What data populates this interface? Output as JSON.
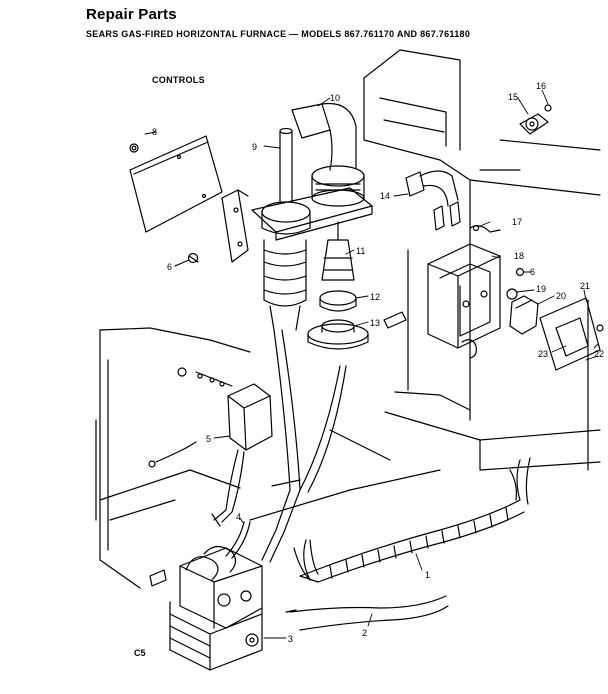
{
  "header": {
    "title": "Repair Parts",
    "subtitle": "SEARS GAS-FIRED HORIZONTAL FURNACE — MODELS 867.761170 AND 867.761180"
  },
  "section_label": "CONTROLS",
  "figure_code": "C5",
  "callouts": {
    "c1": "1",
    "c2": "2",
    "c3": "3",
    "c4": "4",
    "c5": "5",
    "c6a": "6",
    "c6b": "6",
    "c8": "8",
    "c9": "9",
    "c10": "10",
    "c11": "11",
    "c12": "12",
    "c13": "13",
    "c14": "14",
    "c15": "15",
    "c16": "16",
    "c17": "17",
    "c18": "18",
    "c19": "19",
    "c20": "20",
    "c21": "21",
    "c22": "22",
    "c23": "23"
  }
}
